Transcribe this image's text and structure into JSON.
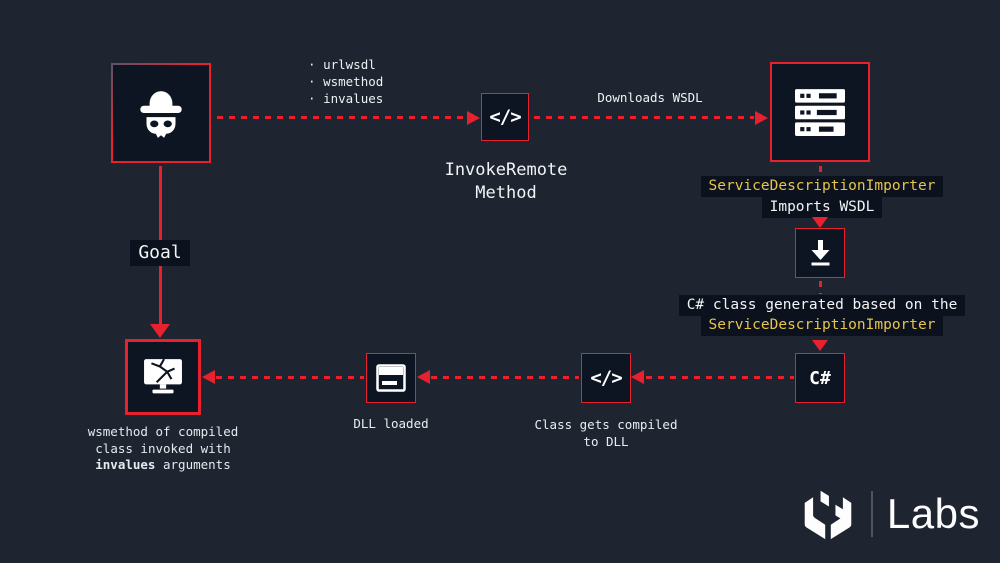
{
  "colors": {
    "background": "#1e2531",
    "panel": "#0d1522",
    "accent_red": "#e8212f",
    "highlight_yellow": "#e7c44d",
    "text": "#eef1f3"
  },
  "attacker": {
    "icon": "hacker-icon",
    "bullet": "·",
    "params": [
      "urlwsdl",
      "wsmethod",
      "invalues"
    ]
  },
  "invoke": {
    "icon_glyph": "</>",
    "label_line1": "InvokeRemote",
    "label_line2": "Method"
  },
  "arrows": {
    "downloads_wsdl": "Downloads WSDL"
  },
  "server": {
    "icon": "server-icon",
    "importer": "ServiceDescriptionImporter",
    "imports": "Imports WSDL"
  },
  "download": {
    "icon": "download-icon"
  },
  "generated": {
    "line1": "C# class generated based on the",
    "line2": "ServiceDescriptionImporter"
  },
  "csharp": {
    "label": "C#"
  },
  "compile": {
    "icon_glyph": "</>",
    "label_line1": "Class gets compiled",
    "label_line2": "to DLL"
  },
  "dll": {
    "icon": "dll-icon",
    "label": "DLL loaded"
  },
  "crash": {
    "icon": "broken-monitor-icon",
    "line1": "wsmethod of compiled",
    "line2": "class invoked with",
    "line3_bold": "invalues",
    "line3_rest": "arguments"
  },
  "goal": {
    "label": "Goal"
  },
  "logo": {
    "text": "Labs"
  }
}
